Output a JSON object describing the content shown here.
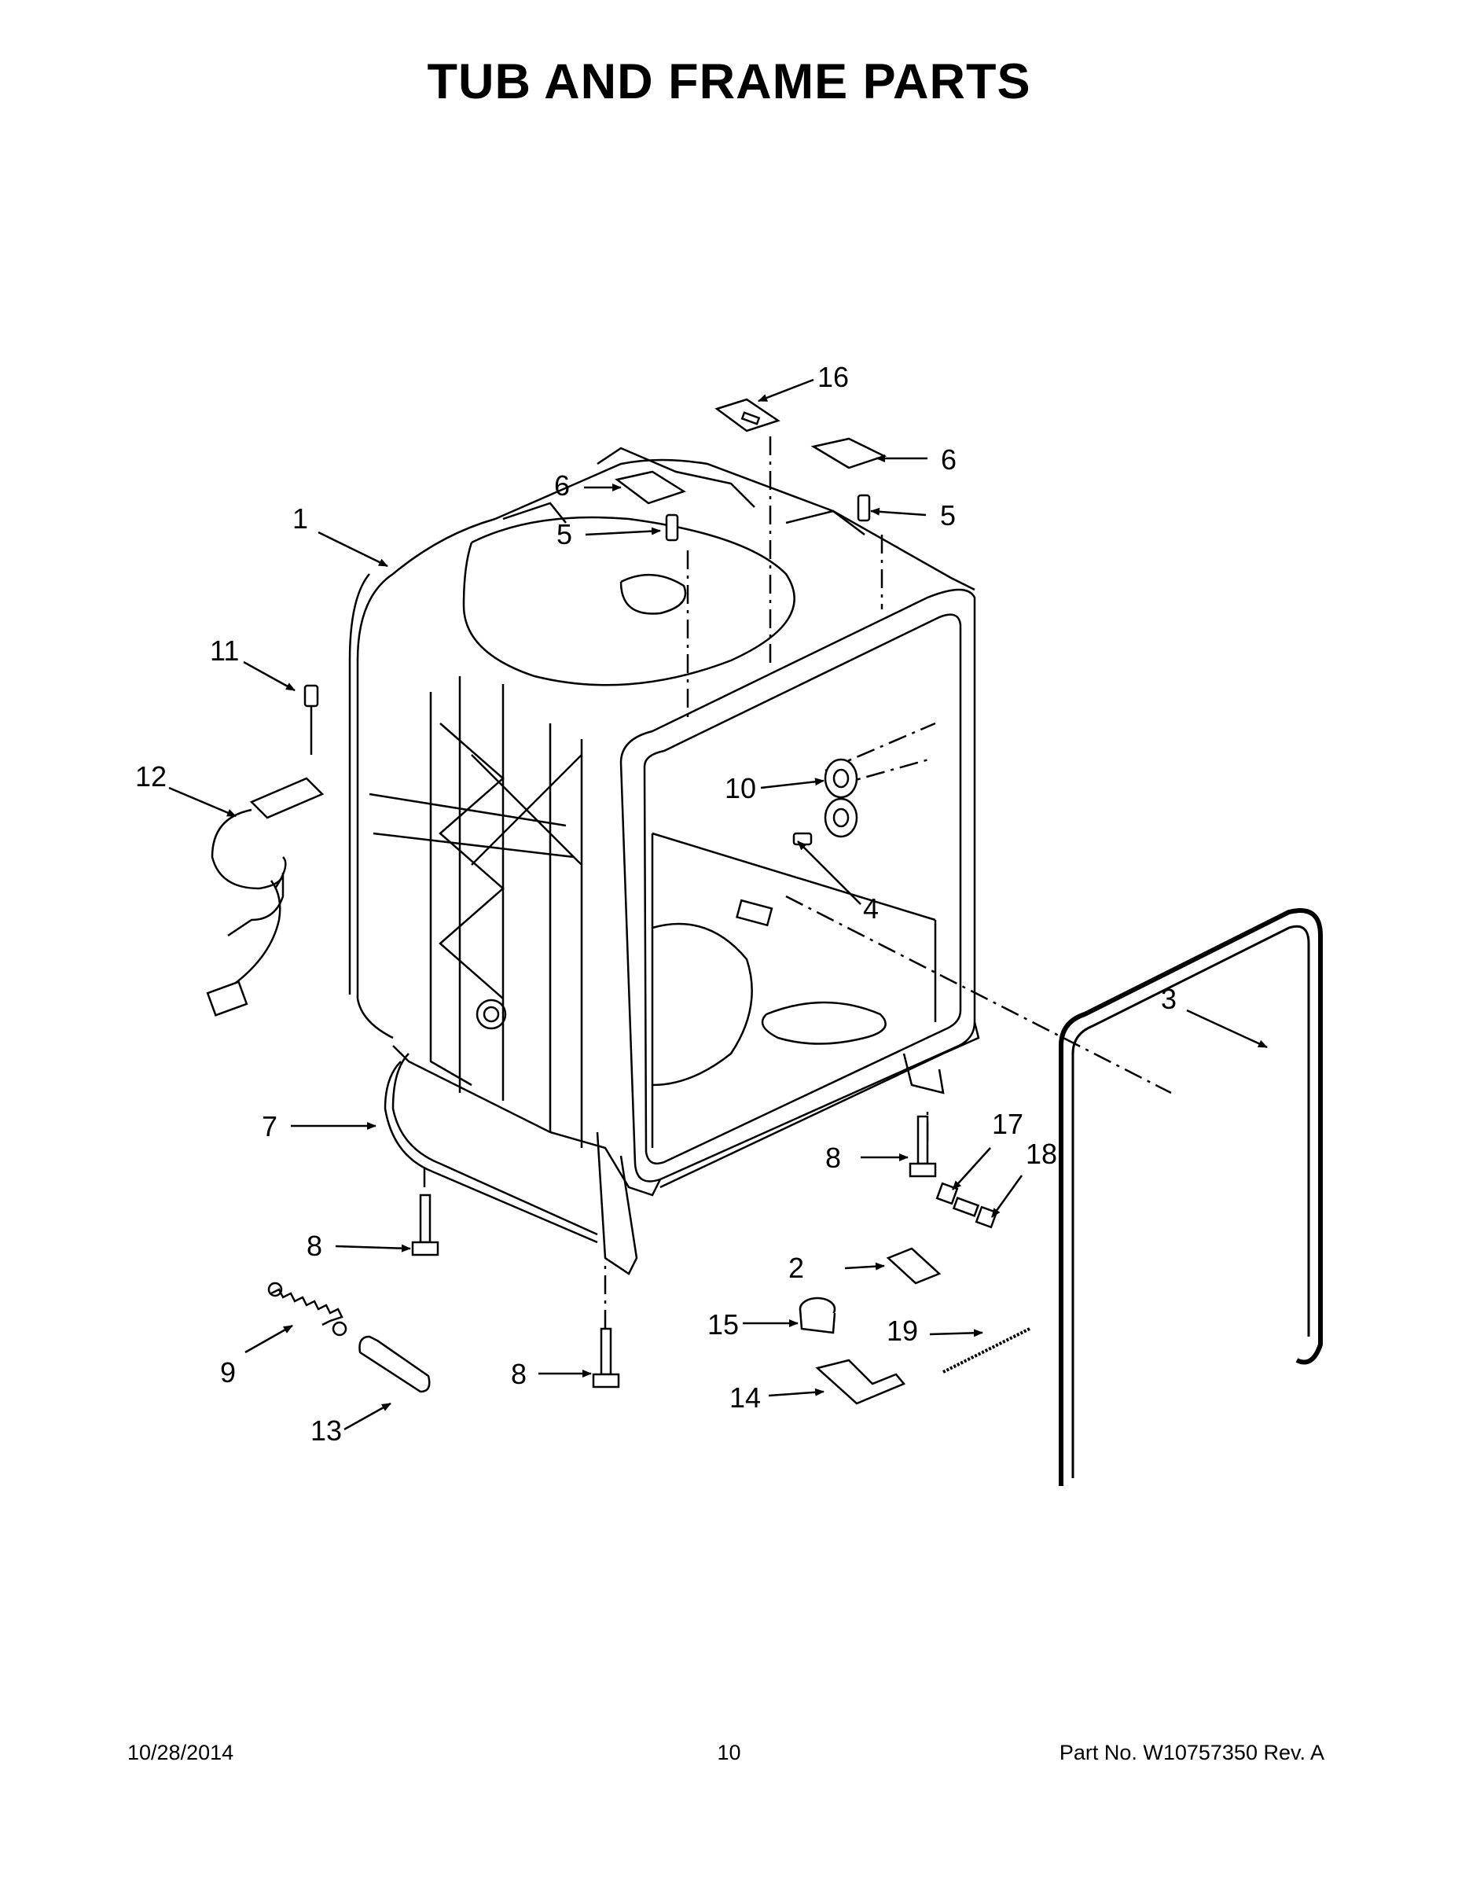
{
  "title": "TUB AND FRAME PARTS",
  "callouts": {
    "c1": "1",
    "c2": "2",
    "c3": "3",
    "c4": "4",
    "c5a": "5",
    "c5b": "5",
    "c6a": "6",
    "c6b": "6",
    "c7": "7",
    "c8a": "8",
    "c8b": "8",
    "c8c": "8",
    "c9": "9",
    "c10": "10",
    "c11": "11",
    "c12": "12",
    "c13": "13",
    "c14": "14",
    "c15": "15",
    "c16": "16",
    "c17": "17",
    "c18": "18",
    "c19": "19"
  },
  "footer": {
    "date": "10/28/2014",
    "page": "10",
    "part": "Part No.  W10757350  Rev.  A"
  }
}
